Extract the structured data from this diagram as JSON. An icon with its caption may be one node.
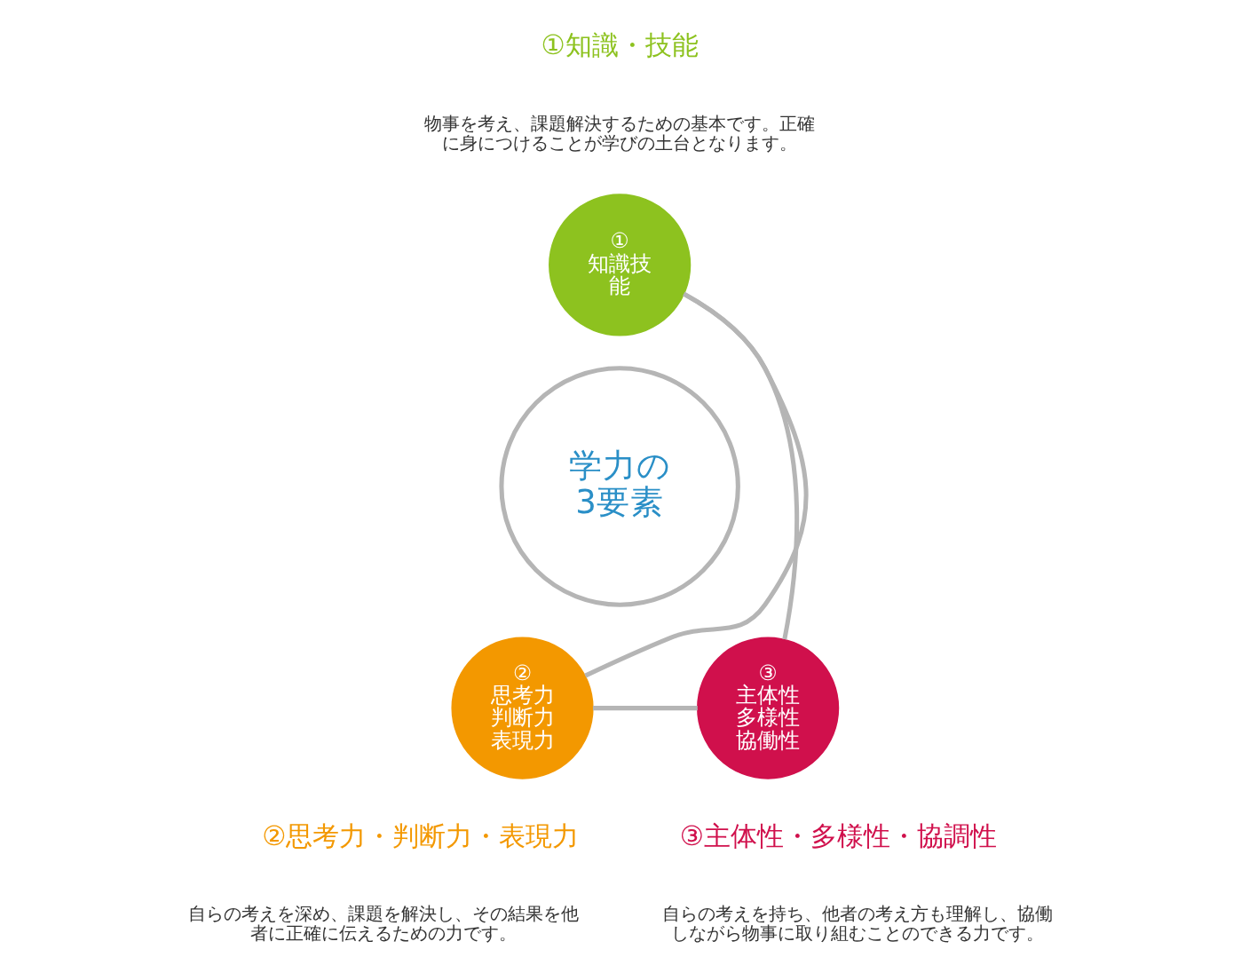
{
  "diagram": {
    "nodes": [
      {
        "text": [
          "学力の3要素"
        ]
      },
      {
        "text": [
          "①",
          "知識技能"
        ],
        "beside": [
          "①知識・技能",
          "物事を考え、課題解決するための基本です。正確に身につけることが学びの土台となります。"
        ]
      },
      {
        "text": [
          "②",
          "思考力判断力表現力"
        ],
        "beside": [
          "②思考力・判断力・表現力",
          "自らの考えを深め、課題を解決し、その結果を他者に正確に伝えるための力です。"
        ]
      },
      {
        "text": [
          "③",
          "主体性多様性協働性"
        ],
        "beside": [
          "③主体性・多様性・協調性",
          "自らの考えを持ち、他者の考え方も理解し、協働しながら物事に取り組むことのできる力です。"
        ]
      }
    ],
    "edges": [
      {
        "from": 1,
        "to": 3,
        "arrow": "none"
      },
      {
        "from": 3,
        "to": 2,
        "arrow": "none"
      },
      {
        "from": 2,
        "to": 1,
        "arrow": "none"
      }
    ]
  }
}
